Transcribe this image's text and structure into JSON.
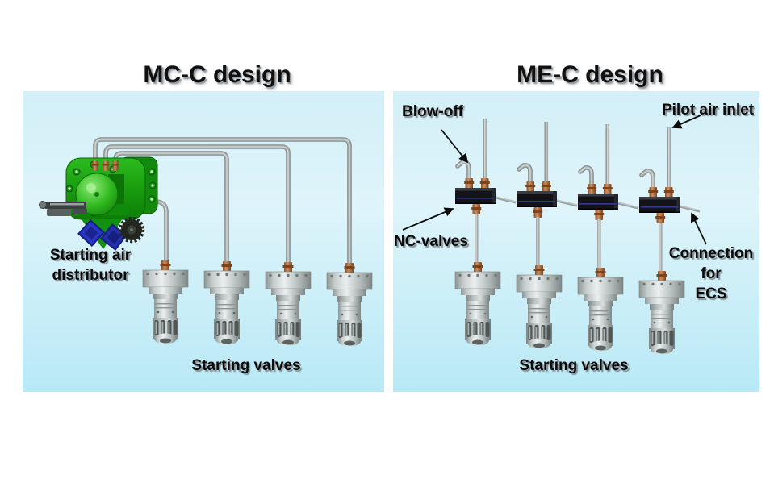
{
  "left_panel": {
    "title": "MC-C design",
    "labels": {
      "distributor_line1": "Starting air",
      "distributor_line2": "distributor",
      "starting_valves": "Starting valves"
    }
  },
  "right_panel": {
    "title": "ME-C design",
    "labels": {
      "blow_off": "Blow-off",
      "pilot_air_inlet": "Pilot air inlet",
      "nc_valves": "NC-valves",
      "connection_ecs": [
        "Connection",
        "for",
        "ECS"
      ],
      "starting_valves": "Starting valves"
    }
  },
  "colors": {
    "panel_gradient_top": "#d3eff7",
    "panel_gradient_mid": "#def4fa",
    "panel_gradient_bottom": "#b8e9f6",
    "distributor_green": "#1fae14",
    "pipe_gray": "#a4aaaa",
    "valve_metal": "#c7cdcd",
    "nc_valve_black": "#17171b",
    "copper": "#b5744b",
    "accent_blue": "#2937c0",
    "label_text": "#0a0a0a"
  }
}
